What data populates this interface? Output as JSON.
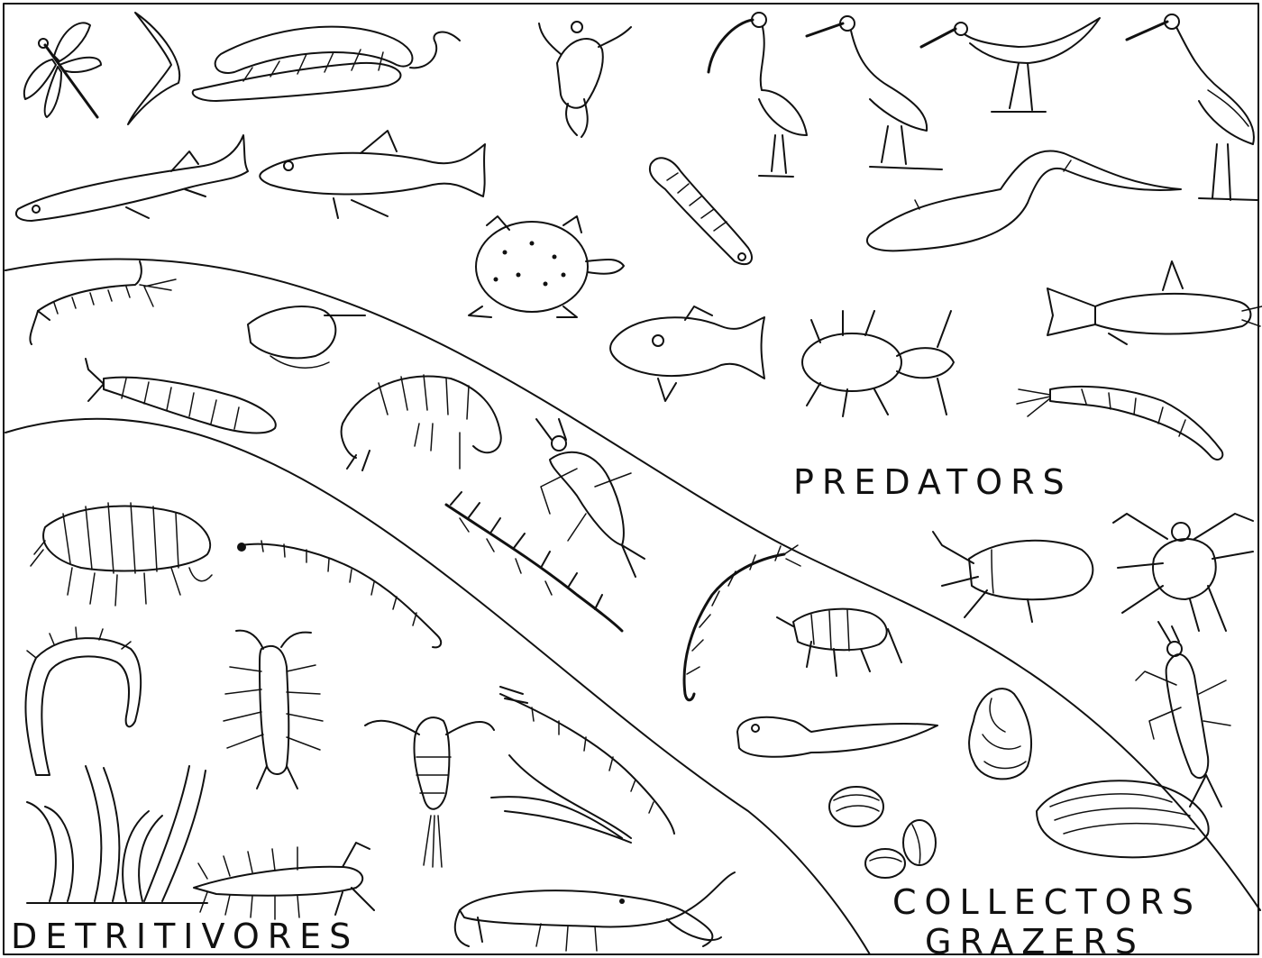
{
  "diagram": {
    "labels": {
      "predators": "PREDATORS",
      "collectors": "COLLECTORS",
      "grazers": "GRAZERS",
      "detritivores": "DETRITIVORES"
    },
    "style": {
      "ink": "#111111",
      "background": "#ffffff"
    },
    "icons": [
      "dragonfly-icon",
      "swallow-icon",
      "snake-icon",
      "frog-icon",
      "ibis-icon",
      "heron-icon",
      "stilt-icon",
      "egret-icon",
      "pike-icon",
      "minnow-icon",
      "leech-icon",
      "eel-icon",
      "turtle-icon",
      "sunfish-icon",
      "catfish-icon",
      "water-beetle-larva-icon",
      "damselfly-nymph-icon",
      "midge-larva-icon",
      "water-boatman-icon",
      "cranefly-larva-icon",
      "scud-icon",
      "alderfly-larva-icon",
      "stonefly-nymph-icon",
      "chironomid-larva-icon",
      "diving-beetle-icon",
      "water-mite-icon",
      "caddisfly-larva-icon",
      "isopod-icon",
      "bloodworm-icon",
      "tubificid-worm-icon",
      "dobsonfly-larva-icon",
      "copepod-icon",
      "blackfly-larva-icon",
      "oligochaete-icon",
      "mayfly-nymph-icon",
      "crayfish-icon",
      "tadpole-icon",
      "snail-icon",
      "clam-icon",
      "mussel-icon",
      "water-penny-larva-icon"
    ]
  }
}
